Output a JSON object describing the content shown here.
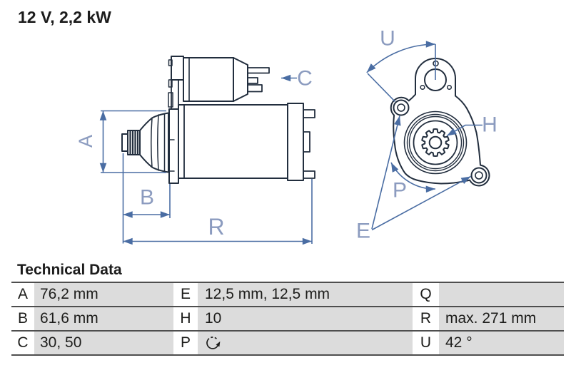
{
  "header": {
    "title": "12 V, 2,2 kW"
  },
  "diagram": {
    "dimension_labels": {
      "a": "A",
      "b": "B",
      "c": "C",
      "r": "R",
      "u": "U",
      "h": "H",
      "p": "P",
      "e": "E"
    },
    "colors": {
      "outline": "#222e3e",
      "dimension": "#4a6da3",
      "dimension_label": "#8b9bbf"
    }
  },
  "table": {
    "title": "Technical Data",
    "rows": [
      {
        "cells": [
          {
            "key": "A",
            "value": "76,2 mm"
          },
          {
            "key": "E",
            "value": "12,5 mm, 12,5 mm"
          },
          {
            "key": "Q",
            "value": ""
          }
        ]
      },
      {
        "cells": [
          {
            "key": "B",
            "value": "61,6 mm"
          },
          {
            "key": "H",
            "value": "10"
          },
          {
            "key": "R",
            "value": "max. 271 mm"
          }
        ]
      },
      {
        "cells": [
          {
            "key": "C",
            "value": "30, 50"
          },
          {
            "key": "P",
            "value": "",
            "icon": "clockwise-rotation-icon"
          },
          {
            "key": "U",
            "value": "42 °"
          }
        ]
      }
    ]
  }
}
